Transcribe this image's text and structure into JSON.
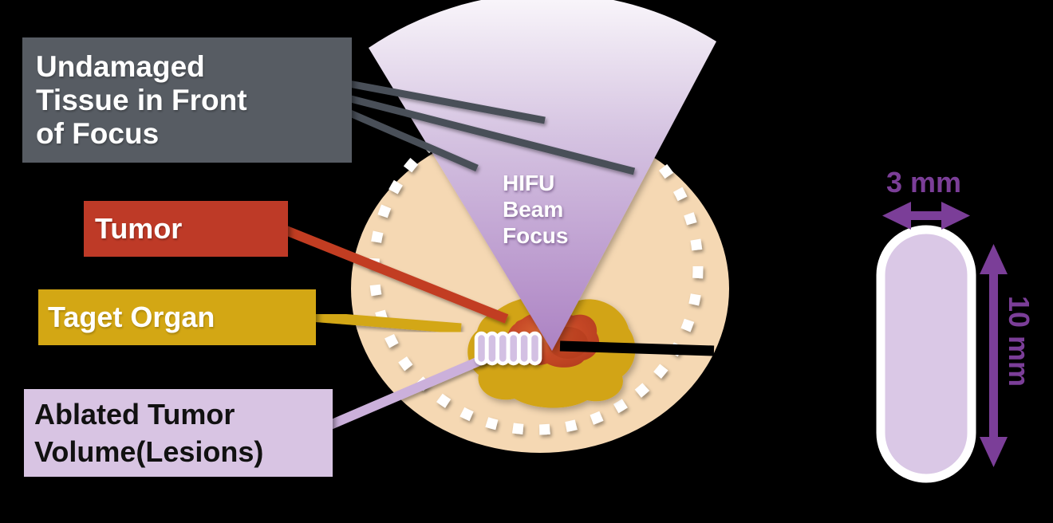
{
  "canvas": {
    "background": "#000000"
  },
  "labels": {
    "undamaged": {
      "lines": [
        "Undamaged",
        "Tissue in Front",
        "of Focus"
      ],
      "bg": "#575C63",
      "color": "#FFFFFF"
    },
    "tumor": {
      "text": "Tumor",
      "bg": "#BE3A27",
      "color": "#FFFFFF"
    },
    "target_organ": {
      "text": "Taget Organ",
      "bg": "#D3A714",
      "color": "#FFFFFF"
    },
    "ablated": {
      "lines": [
        "Ablated Tumor",
        "Volume(Lesions)"
      ],
      "bg": "#D8C4E3",
      "color": "#111111"
    }
  },
  "beam_label": {
    "lines": [
      "HIFU",
      "Beam",
      "Focus"
    ],
    "color": "#FFFFFF"
  },
  "dimensions": {
    "width_label": "3 mm",
    "height_label": "10 mm",
    "accent_color": "#7B3E98"
  },
  "diagram": {
    "tissue_color": "#F5D8B3",
    "organ_color": "#D2A413",
    "tumor_color": "#C64826",
    "tumor_core_color": "#B03A1C",
    "tumor_highlight_color": "#D96A35",
    "dash_color": "#FFFFFF",
    "beam_top_color": "#FAF7FB",
    "beam_mid_color": "#D5C3E1",
    "beam_bottom_color": "#AC82C3",
    "leader_gray": "#495059",
    "leader_red": "#C23E24",
    "leader_yellow": "#D3A714",
    "leader_lavender": "#CBB0DB",
    "pointer_black": "#000000",
    "lesion_count": 6,
    "lesion_fill": "#D3C0E3",
    "capsule_fill": "#DAC8E6",
    "capsule_border": "#FFFFFF"
  }
}
